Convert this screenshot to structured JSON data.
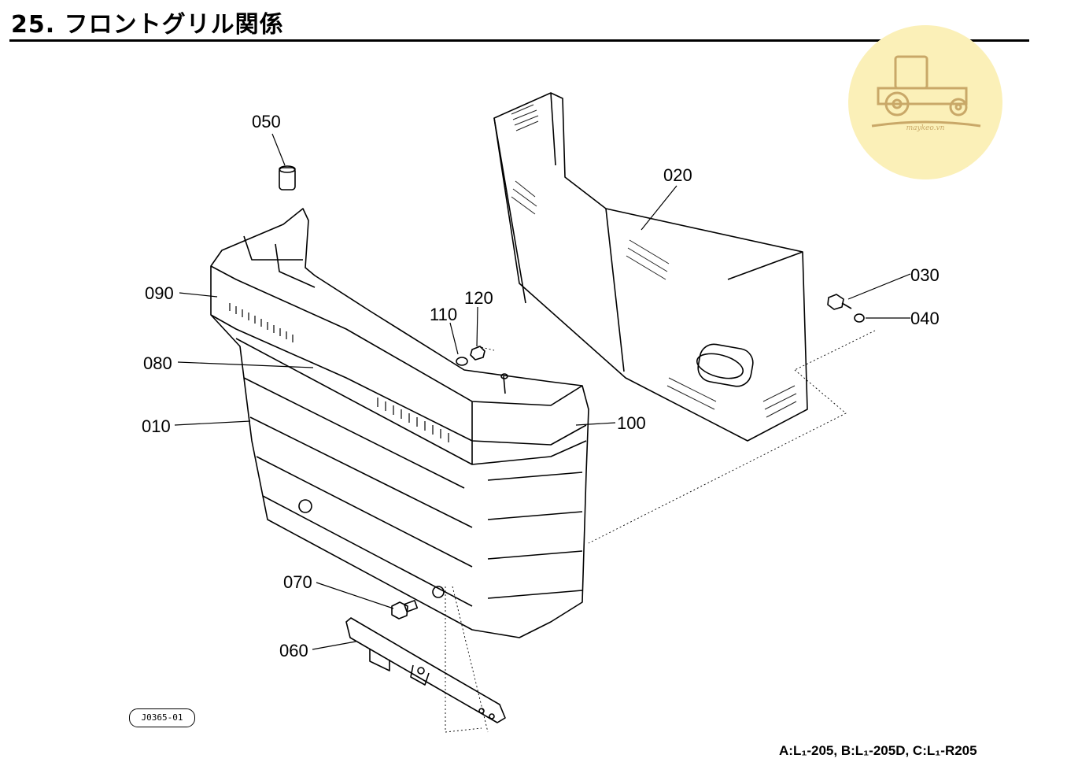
{
  "title": "25. フロントグリル関係",
  "logo": {
    "caption": "maykeo.vn",
    "color": "#fbf0b8",
    "icon": "tractor-icon"
  },
  "parts": [
    {
      "code": "050"
    },
    {
      "code": "090"
    },
    {
      "code": "080"
    },
    {
      "code": "010"
    },
    {
      "code": "110"
    },
    {
      "code": "120"
    },
    {
      "code": "020"
    },
    {
      "code": "030"
    },
    {
      "code": "040"
    },
    {
      "code": "100"
    },
    {
      "code": "070"
    },
    {
      "code": "060"
    }
  ],
  "diagram_code": "J0365-01",
  "footer": "A:L₁-205, B:L₁-205D, C:L₁-R205"
}
